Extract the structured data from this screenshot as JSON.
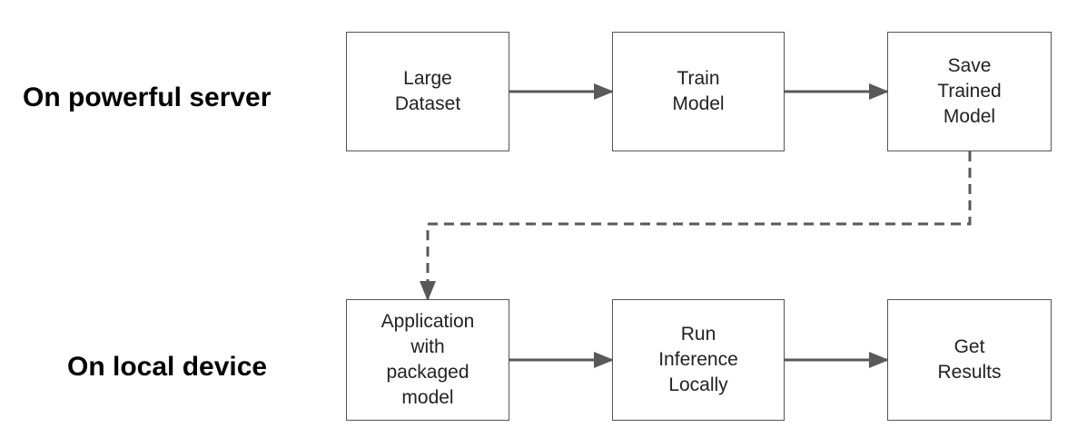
{
  "rows": {
    "server": {
      "label": "On powerful server"
    },
    "device": {
      "label": "On local device"
    }
  },
  "nodes": {
    "large_dataset": "Large\nDataset",
    "train_model": "Train\nModel",
    "save_trained_model": "Save\nTrained\nModel",
    "application": "Application\nwith\npackaged\nmodel",
    "run_inference": "Run\nInference\nLocally",
    "get_results": "Get\nResults"
  },
  "colors": {
    "box_border": "#555555",
    "arrow": "#595959",
    "label": "#000000",
    "text": "#222222"
  }
}
